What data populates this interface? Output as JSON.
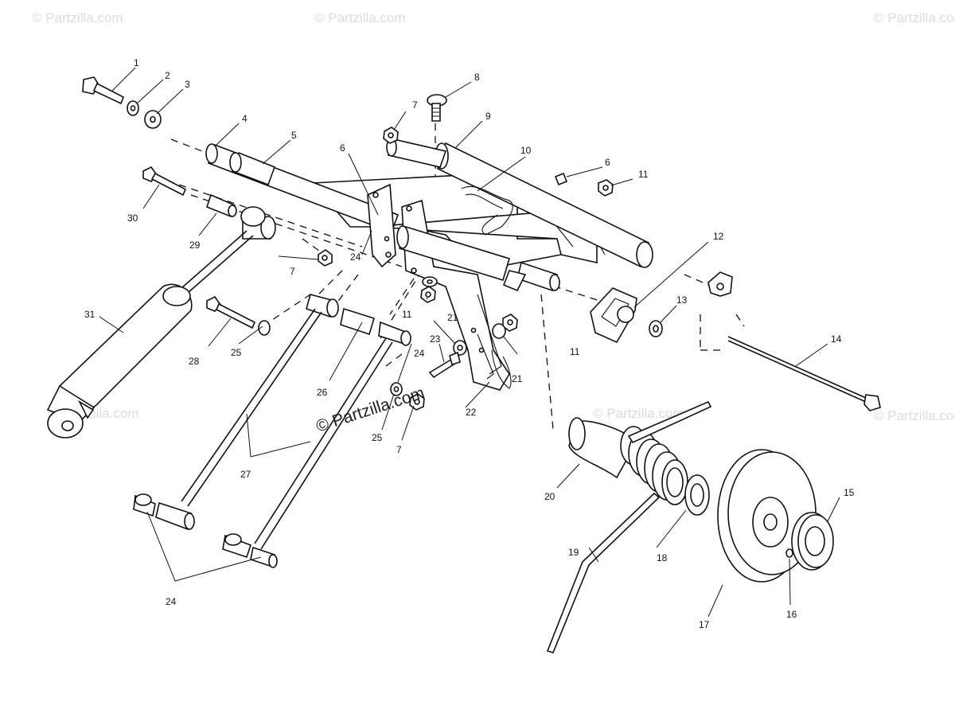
{
  "watermark": {
    "text": "© Partzilla.com"
  },
  "callouts": [
    {
      "id": "c1",
      "label": "1"
    },
    {
      "id": "c2",
      "label": "2"
    },
    {
      "id": "c3",
      "label": "3"
    },
    {
      "id": "c4",
      "label": "4"
    },
    {
      "id": "c5",
      "label": "5"
    },
    {
      "id": "c6a",
      "label": "6"
    },
    {
      "id": "c6b",
      "label": "6"
    },
    {
      "id": "c7a",
      "label": "7"
    },
    {
      "id": "c7b",
      "label": "7"
    },
    {
      "id": "c7c",
      "label": "7"
    },
    {
      "id": "c8",
      "label": "8"
    },
    {
      "id": "c9",
      "label": "9"
    },
    {
      "id": "c10",
      "label": "10"
    },
    {
      "id": "c11a",
      "label": "11"
    },
    {
      "id": "c11b",
      "label": "11"
    },
    {
      "id": "c11c",
      "label": "11"
    },
    {
      "id": "c12",
      "label": "12"
    },
    {
      "id": "c13",
      "label": "13"
    },
    {
      "id": "c14",
      "label": "14"
    },
    {
      "id": "c15",
      "label": "15"
    },
    {
      "id": "c16",
      "label": "16"
    },
    {
      "id": "c17",
      "label": "17"
    },
    {
      "id": "c18",
      "label": "18"
    },
    {
      "id": "c19",
      "label": "19"
    },
    {
      "id": "c20",
      "label": "20"
    },
    {
      "id": "c21a",
      "label": "21"
    },
    {
      "id": "c21b",
      "label": "21"
    },
    {
      "id": "c22",
      "label": "22"
    },
    {
      "id": "c23",
      "label": "23"
    },
    {
      "id": "c24a",
      "label": "24"
    },
    {
      "id": "c24b",
      "label": "24"
    },
    {
      "id": "c24c",
      "label": "24"
    },
    {
      "id": "c25a",
      "label": "25"
    },
    {
      "id": "c25b",
      "label": "25"
    },
    {
      "id": "c26",
      "label": "26"
    },
    {
      "id": "c27",
      "label": "27"
    },
    {
      "id": "c28",
      "label": "28"
    },
    {
      "id": "c29",
      "label": "29"
    },
    {
      "id": "c30",
      "label": "30"
    },
    {
      "id": "c31",
      "label": "31"
    }
  ]
}
